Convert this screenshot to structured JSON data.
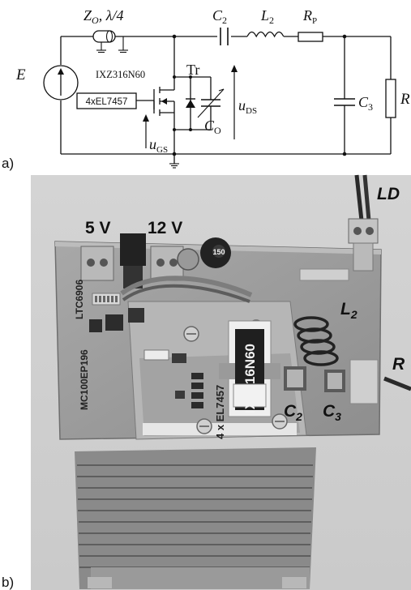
{
  "schematic": {
    "panel_label": "a)",
    "source": {
      "label": "E"
    },
    "line": {
      "label": "Z",
      "label_sub": "O",
      "label_suffix": ", λ/4"
    },
    "capacitor_series": {
      "label": "C",
      "sub": "2"
    },
    "inductor": {
      "label": "L",
      "sub": "2"
    },
    "resistor_series": {
      "label": "R",
      "sub": "P"
    },
    "capacitor_shunt": {
      "label": "C",
      "sub": "3"
    },
    "load": {
      "label": "R"
    },
    "transistor": {
      "label": "Tr",
      "part": "IXZ316N60"
    },
    "output_cap": {
      "label": "C",
      "sub": "O"
    },
    "driver": {
      "label": "4xEL7457"
    },
    "voltage_gs": {
      "label": "u",
      "sub": "GS"
    },
    "voltage_ds": {
      "label": "u",
      "sub": "DS"
    }
  },
  "photo": {
    "panel_label": "b)",
    "labels": {
      "v5": "5 V",
      "v12": "12 V",
      "ld": "LD",
      "r": "R",
      "l2": "L",
      "l2_sub": "2",
      "c2": "C",
      "c2_sub": "2",
      "c3": "C",
      "c3_sub": "3"
    },
    "silkscreen": {
      "ltc": "LTC6906",
      "mc": "MC100EP196",
      "el": "4 x EL7457",
      "ixz": "IXZ316N60",
      "inductor_value": "150"
    }
  }
}
